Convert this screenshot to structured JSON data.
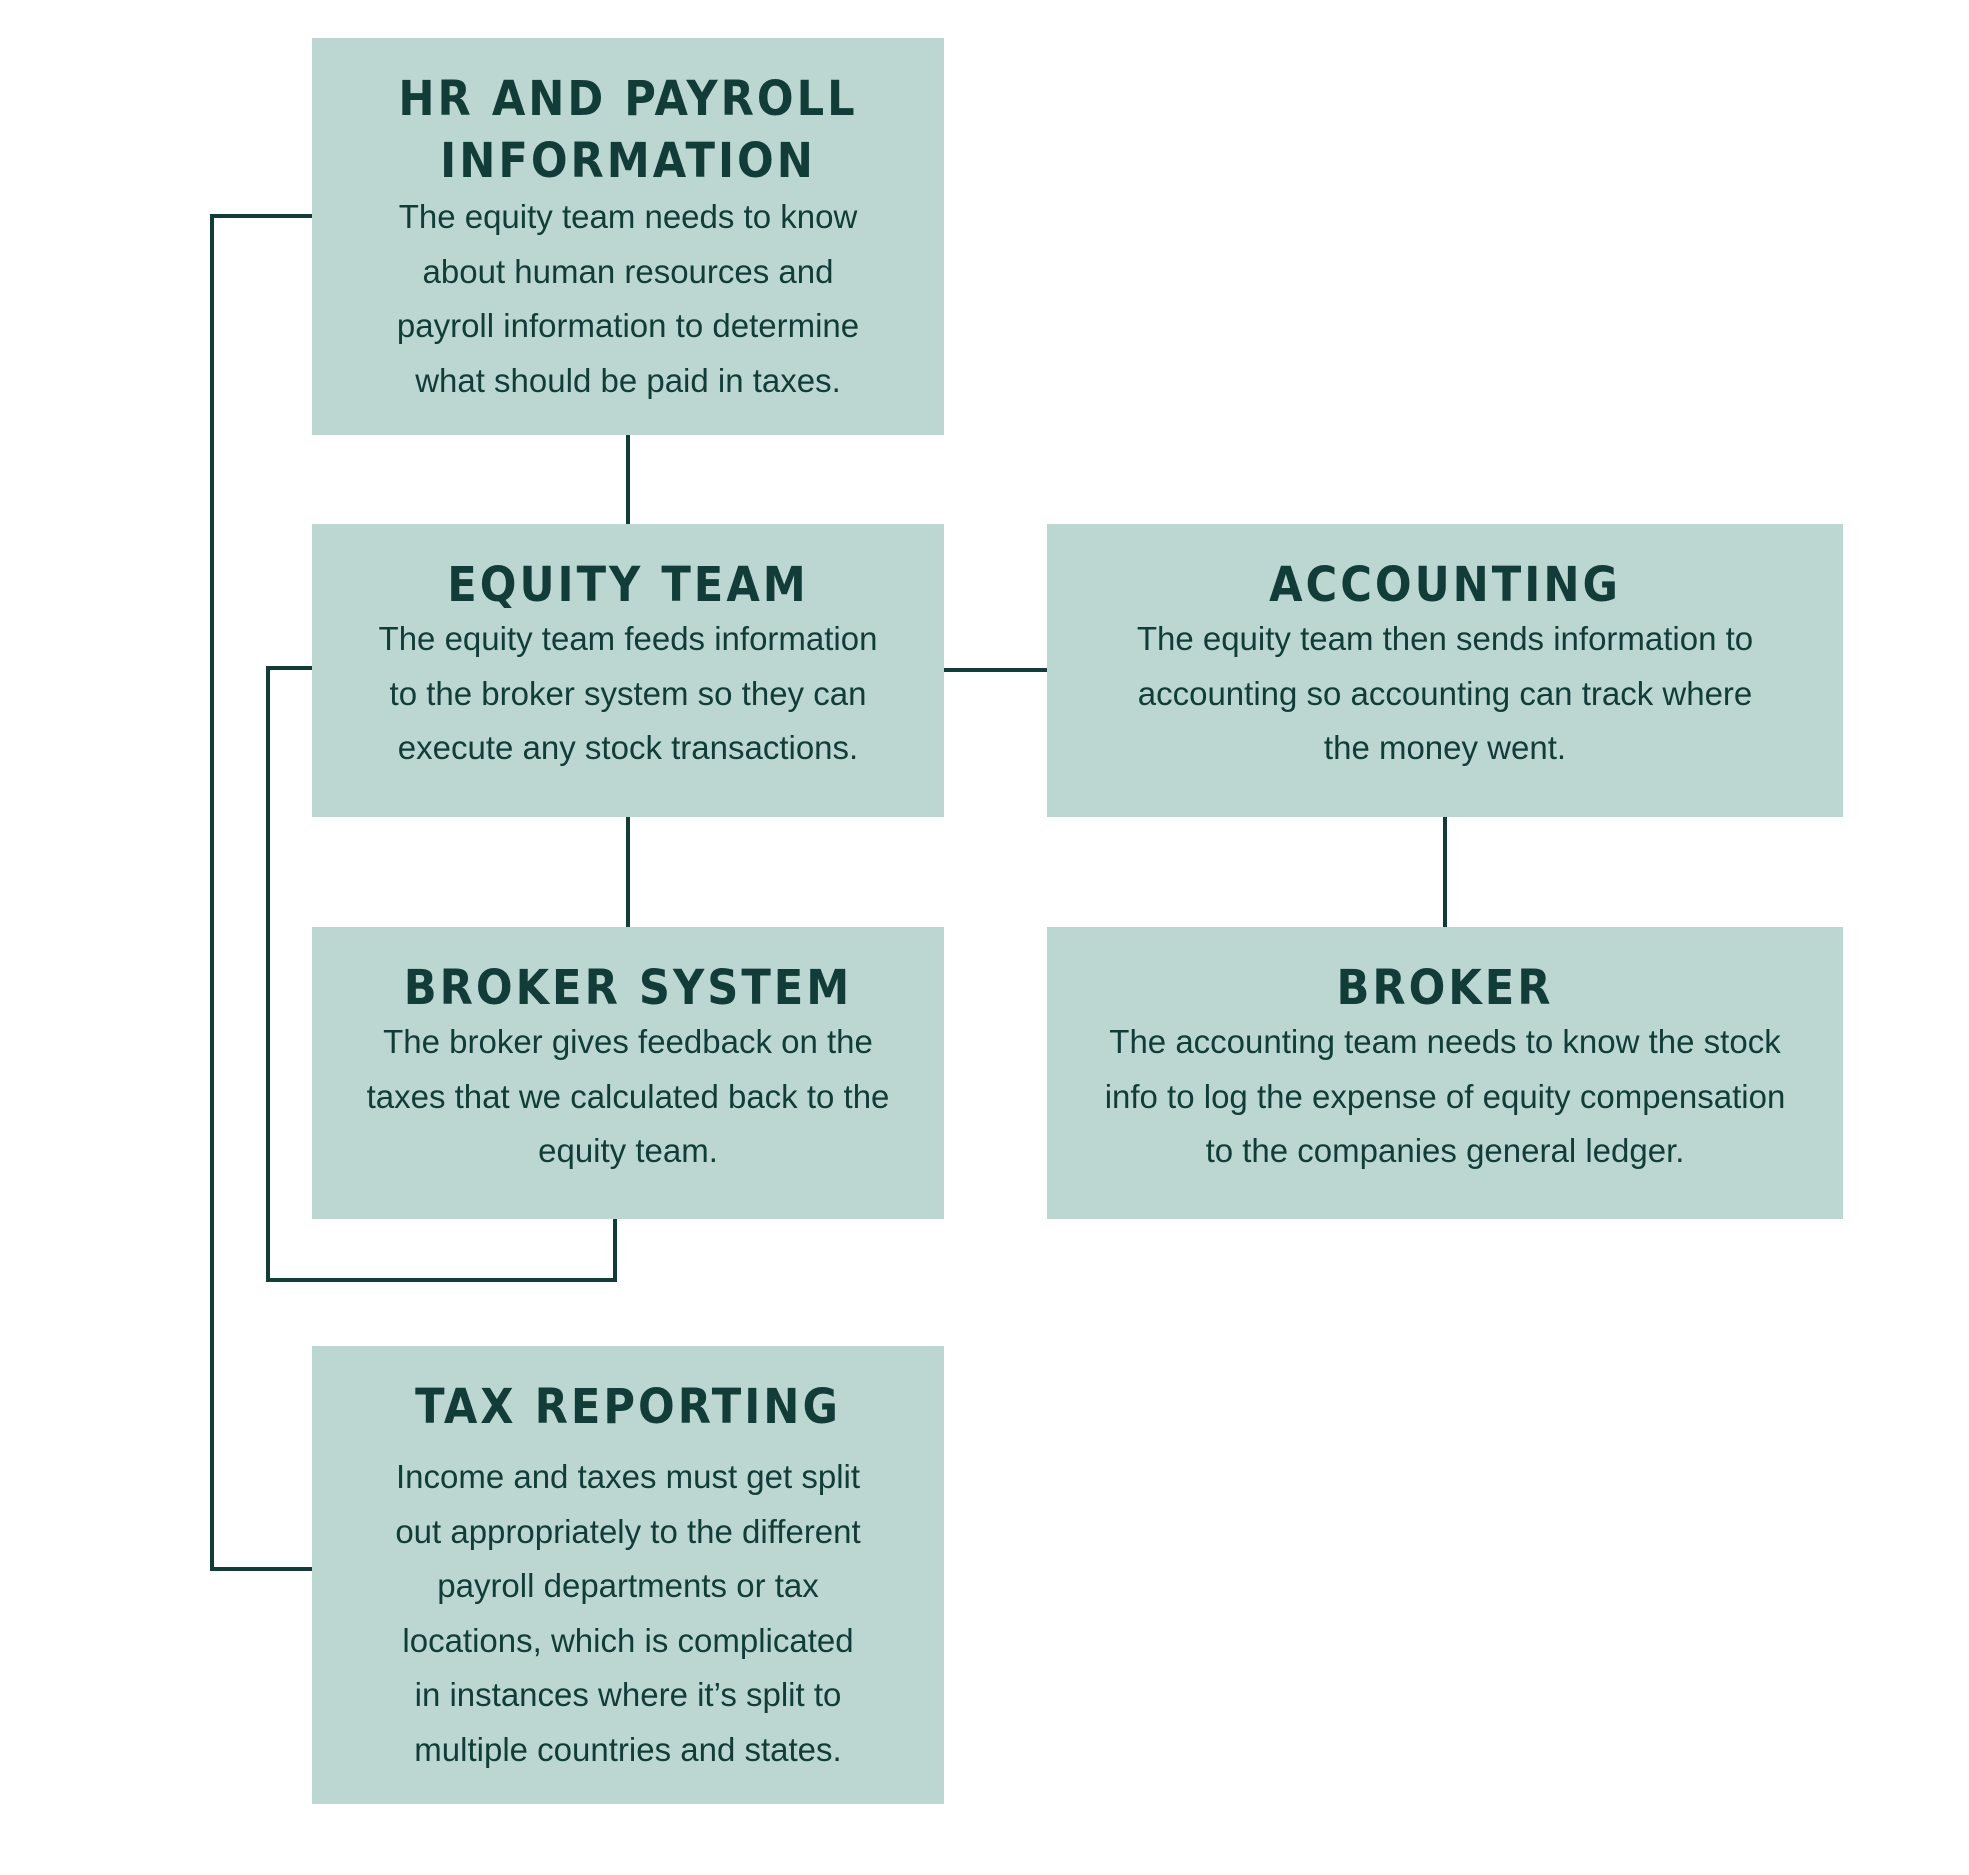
{
  "colors": {
    "box_fill": "#bcd7d2",
    "text": "#123c38",
    "connector": "#123c38",
    "background": "#ffffff"
  },
  "boxes": {
    "hr_payroll": {
      "title": "HR AND PAYROLL\nINFORMATION",
      "description": "The equity team needs to know\nabout human resources and\npayroll information to determine\nwhat should be paid in taxes."
    },
    "equity_team": {
      "title": "EQUITY TEAM",
      "description": "The equity team feeds information\nto the broker system so they can\nexecute any stock transactions."
    },
    "accounting": {
      "title": "ACCOUNTING",
      "description": "The equity team then sends information to\naccounting so accounting can track where\nthe money went."
    },
    "broker_system": {
      "title": "BROKER SYSTEM",
      "description": "The broker gives feedback on the\ntaxes that we calculated back to the\nequity team."
    },
    "broker": {
      "title": "BROKER",
      "description": "The accounting team needs to know the stock\ninfo to log the expense of equity compensation\nto the companies general ledger."
    },
    "tax_reporting": {
      "title": "TAX REPORTING",
      "description": "Income and taxes must get split\nout appropriately to the different\npayroll departments or tax\nlocations, which is complicated\nin instances where it’s split to\nmultiple countries and states."
    }
  },
  "flows": [
    {
      "from": "HR AND PAYROLL INFORMATION",
      "to": "EQUITY TEAM"
    },
    {
      "from": "EQUITY TEAM",
      "to": "ACCOUNTING"
    },
    {
      "from": "EQUITY TEAM",
      "to": "BROKER SYSTEM"
    },
    {
      "from": "ACCOUNTING",
      "to": "BROKER"
    },
    {
      "from": "BROKER SYSTEM",
      "to": "EQUITY TEAM"
    },
    {
      "from": "TAX REPORTING",
      "to": "HR AND PAYROLL INFORMATION"
    }
  ]
}
